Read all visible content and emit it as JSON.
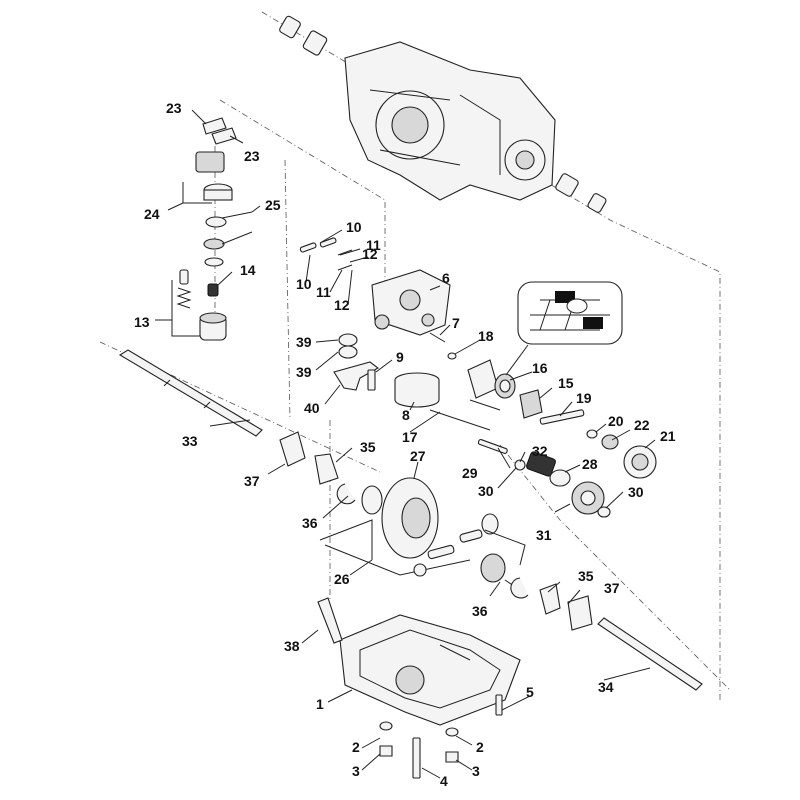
{
  "labels": {
    "l1": "1",
    "l2a": "2",
    "l2b": "2",
    "l3a": "3",
    "l3b": "3",
    "l4": "4",
    "l5": "5",
    "l6": "6",
    "l7": "7",
    "l8": "8",
    "l9": "9",
    "l10a": "10",
    "l10b": "10",
    "l11a": "11",
    "l11b": "11",
    "l12a": "12",
    "l12b": "12",
    "l13": "13",
    "l14": "14",
    "l15": "15",
    "l16": "16",
    "l17": "17",
    "l18": "18",
    "l19": "19",
    "l20": "20",
    "l21": "21",
    "l22": "22",
    "l23a": "23",
    "l23b": "23",
    "l24": "24",
    "l25": "25",
    "l26": "26",
    "l27": "27",
    "l28": "28",
    "l29": "29",
    "l30a": "30",
    "l30b": "30",
    "l31": "31",
    "l32": "32",
    "l33": "33",
    "l34": "34",
    "l35a": "35",
    "l35b": "35",
    "l36a": "36",
    "l36b": "36",
    "l37a": "37",
    "l37b": "37",
    "l38": "38",
    "l39a": "39",
    "l39b": "39",
    "l40": "40"
  }
}
